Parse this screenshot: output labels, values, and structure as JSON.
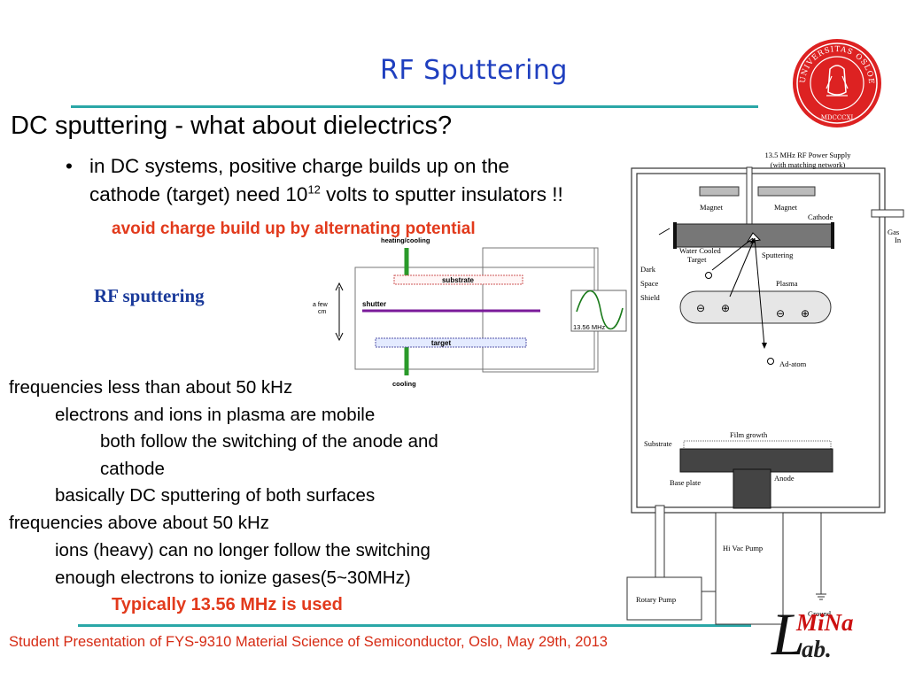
{
  "slide": {
    "title": "RF Sputtering",
    "heading": "DC sputtering - what about dielectrics?",
    "bullet_line1": "in DC systems, positive charge builds up on the",
    "bullet_line2_pre": "cathode (target) need 10",
    "bullet_line2_sup": "12",
    "bullet_line2_post": " volts to sputter insulators !!",
    "avoid_text": "avoid charge build up by alternating potential",
    "rf_label": "RF sputtering",
    "body_lines": [
      "frequencies less than about 50 kHz",
      "electrons and ions in plasma are mobile",
      "both follow the switching of the anode and",
      "cathode",
      "basically DC sputtering of both surfaces",
      "frequencies above about 50 kHz",
      "ions (heavy) can no longer follow the switching",
      "enough electrons to ionize gases(5~30MHz)"
    ],
    "typical_text": "Typically 13.56 MHz is used",
    "footer": "Student Presentation of FYS-9310 Material Science of Semiconductor, Oslo, May 29th, 2013"
  },
  "rf_diagram": {
    "heating": "heating/cooling",
    "substrate": "substrate",
    "shutter": "shutter",
    "target": "target",
    "cooling": "cooling",
    "few_cm_1": "a few",
    "few_cm_2": "cm",
    "freq": "13.56 MHz"
  },
  "chamber": {
    "power_supply_1": "13.5 MHz RF Power Supply",
    "power_supply_2": "(with matching network)",
    "magnet_left": "Magnet",
    "magnet_right": "Magnet",
    "cathode": "Cathode",
    "gas_in_1": "Gas",
    "gas_in_2": "In",
    "water_cooled_1": "Water Cooled",
    "water_cooled_2": "Target",
    "sputtering": "Sputtering",
    "dark": "Dark",
    "space": "Space",
    "shield": "Shield",
    "plasma": "Plasma",
    "ad_atom": "Ad-atom",
    "film_growth": "Film growth",
    "substrate": "Substrate",
    "anode": "Anode",
    "base_plate": "Base plate",
    "hi_vac": "Hi Vac Pump",
    "rotary": "Rotary Pump",
    "ground": "Ground"
  },
  "logo": {
    "seal_text": "UNIVERSITAS OSLOENSIS",
    "seal_year": "MDCCCXI",
    "mina_l": "L",
    "mina_mina": "MiNa",
    "mina_ab": "ab."
  }
}
